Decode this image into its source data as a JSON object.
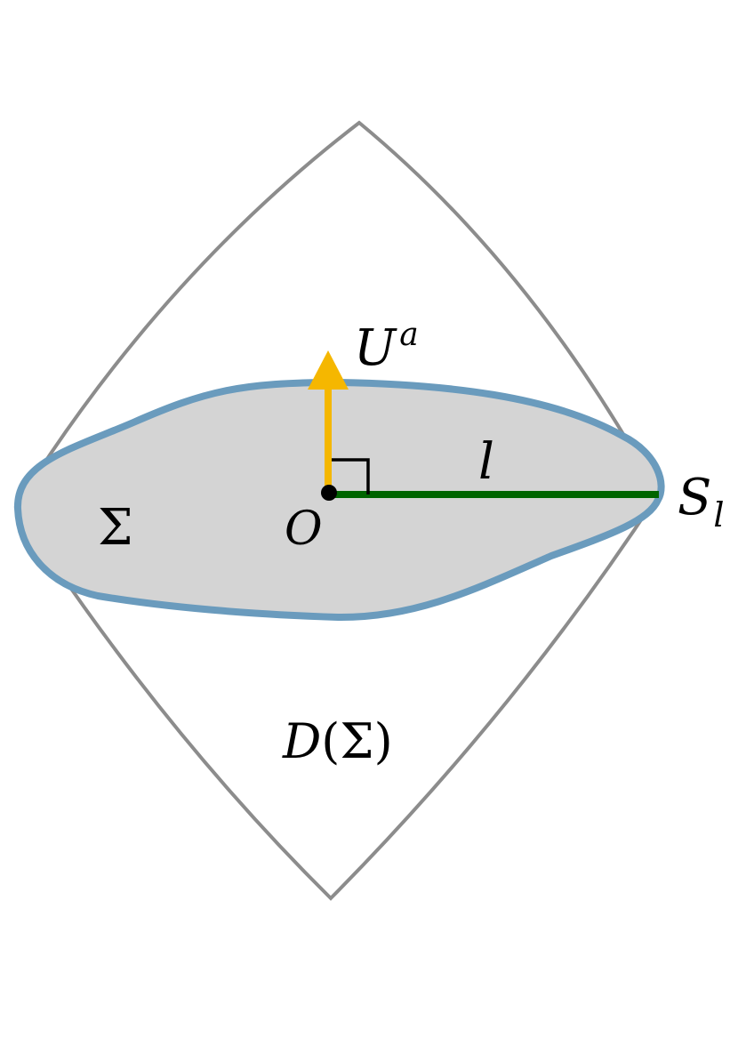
{
  "labels": {
    "velocity": "U",
    "velocity_sup": "a",
    "length": "l",
    "surface": "S",
    "surface_sub": "l",
    "region": "Σ",
    "origin": "O",
    "domain_D": "D",
    "domain_open": "(",
    "domain_sigma": "Σ",
    "domain_close": ")"
  },
  "colors": {
    "domain_outline": "#8c8c8c",
    "region_fill": "#d4d4d4",
    "region_outline": "#6a9bbd",
    "arrow": "#f5b700",
    "radius": "#006400",
    "ink": "#000000"
  }
}
